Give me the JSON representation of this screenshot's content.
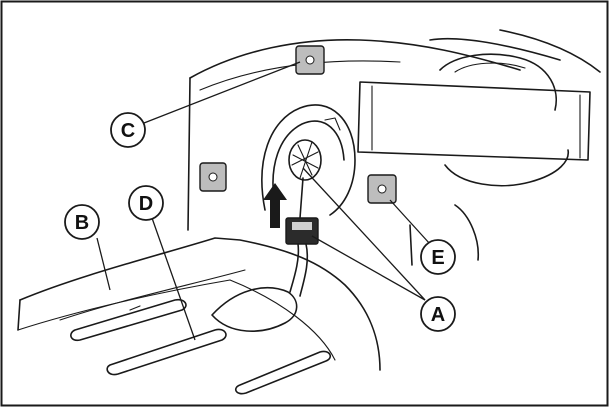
{
  "callouts": {
    "a": "A",
    "b": "B",
    "c": "C",
    "d": "D",
    "e": "E"
  },
  "colors": {
    "line": "#1a1a1a",
    "clip_fill": "#bdbdbd",
    "connector_fill": "#2b2b2b",
    "frame": "#1a1a1a"
  }
}
